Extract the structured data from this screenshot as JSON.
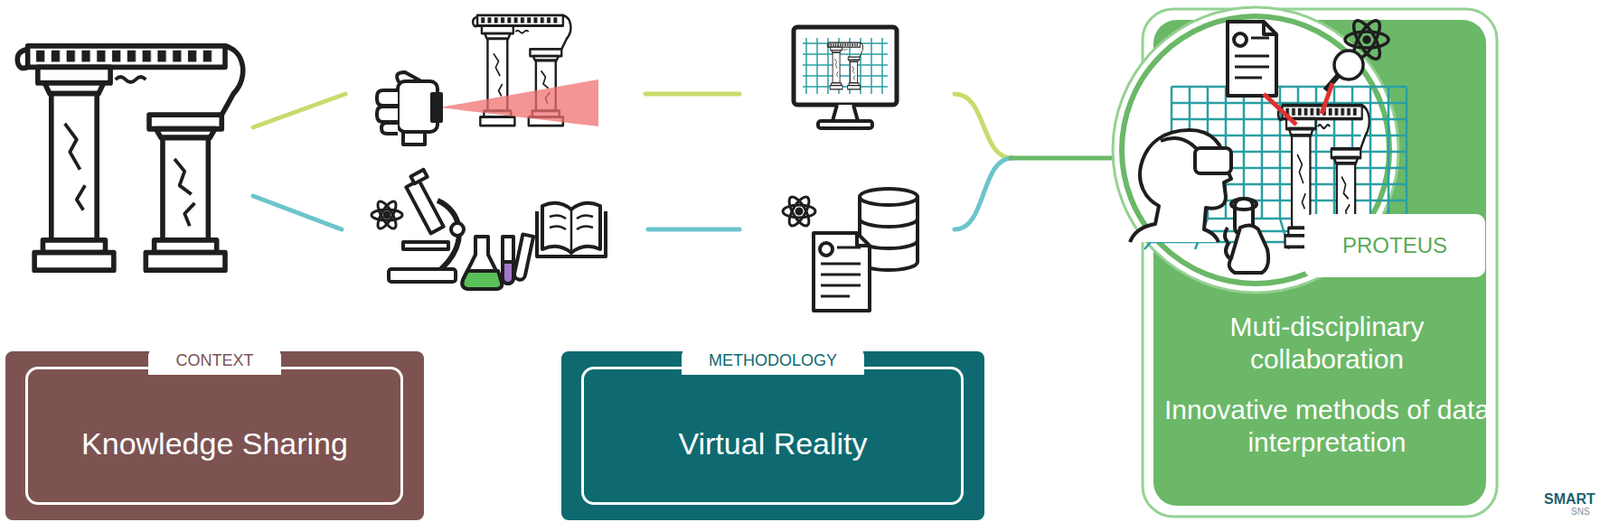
{
  "diagram": {
    "nodes": [
      {
        "text": [
          "CONTEXT",
          "Knowledge Sharing"
        ]
      },
      {
        "text": [
          "METHODOLOGY",
          "Virtual Reality"
        ]
      },
      {
        "text": [
          "Muti-disciplinary collaboration",
          "Innovative methods of data interpretation"
        ]
      },
      {
        "text": [
          "PROTEUS"
        ],
        "in": 2
      }
    ],
    "labels": [
      "SMART",
      "SNS"
    ]
  }
}
